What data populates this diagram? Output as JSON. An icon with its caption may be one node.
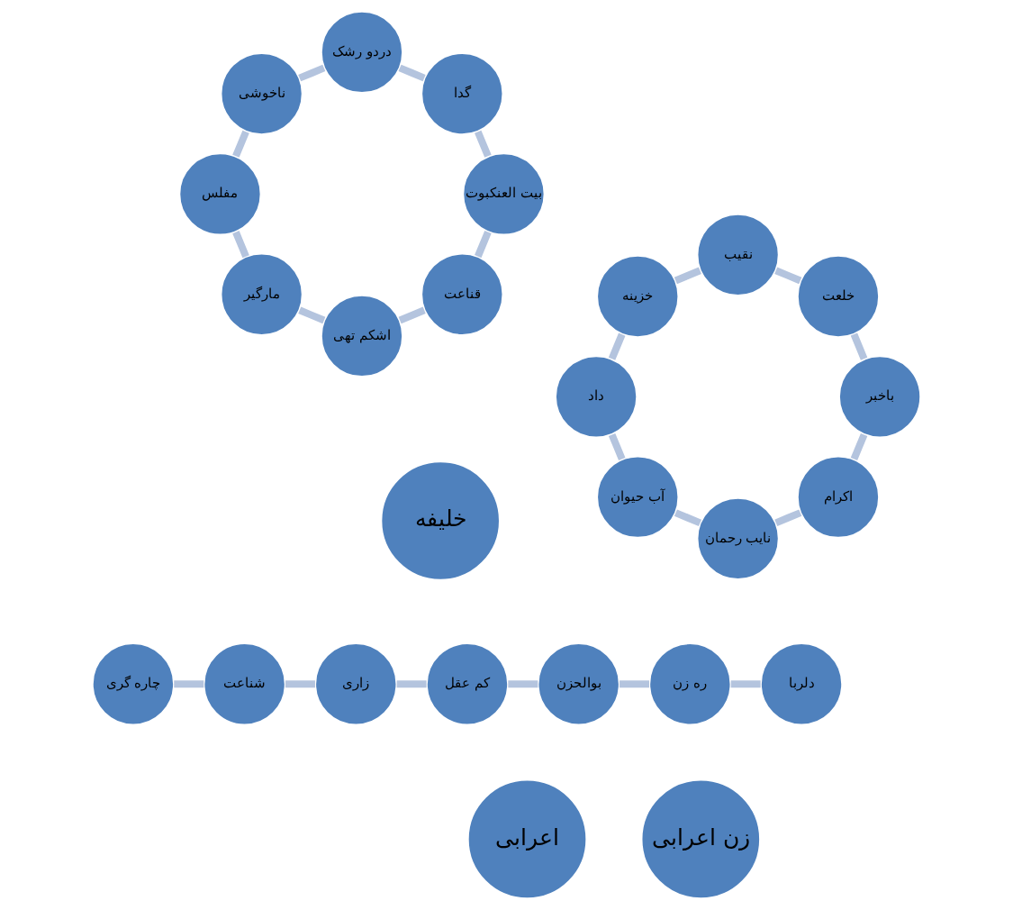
{
  "diagram": {
    "nodes": [
      {
        "text": [
          "خلیفه"
        ]
      },
      {
        "text": [
          "اکرام"
        ]
      },
      {
        "text": [
          "نایب رحمان"
        ]
      },
      {
        "text": [
          "آب حیوان"
        ]
      },
      {
        "text": [
          "داد"
        ]
      },
      {
        "text": [
          "خزینه"
        ]
      },
      {
        "text": [
          "نقیب"
        ]
      },
      {
        "text": [
          "خلعت"
        ]
      },
      {
        "text": [
          "باخبر"
        ]
      },
      {
        "text": [
          "اعرابی"
        ]
      },
      {
        "text": [
          "قناعت"
        ]
      },
      {
        "text": [
          "اشکم تهی"
        ]
      },
      {
        "text": [
          "مارگیر"
        ]
      },
      {
        "text": [
          "مفلس"
        ]
      },
      {
        "text": [
          "ناخوشی"
        ]
      },
      {
        "text": [
          "دردو رشک"
        ]
      },
      {
        "text": [
          "گدا"
        ]
      },
      {
        "text": [
          "بیت العنکبوت"
        ]
      },
      {
        "text": [
          "زن اعرابی"
        ]
      },
      {
        "text": [
          "چاره گری"
        ]
      },
      {
        "text": [
          "شناعت"
        ]
      },
      {
        "text": [
          "زاری"
        ]
      },
      {
        "text": [
          "کم عقل"
        ]
      },
      {
        "text": [
          "بوالحزن"
        ]
      },
      {
        "text": [
          "ره زن"
        ]
      },
      {
        "text": [
          "دلربا"
        ]
      }
    ],
    "edges": [
      {
        "from": 1,
        "to": 2,
        "arrow": "none"
      },
      {
        "from": 2,
        "to": 3,
        "arrow": "none"
      },
      {
        "from": 3,
        "to": 4,
        "arrow": "none"
      },
      {
        "from": 4,
        "to": 5,
        "arrow": "none"
      },
      {
        "from": 5,
        "to": 6,
        "arrow": "none"
      },
      {
        "from": 6,
        "to": 7,
        "arrow": "none"
      },
      {
        "from": 7,
        "to": 8,
        "arrow": "none"
      },
      {
        "from": 8,
        "to": 1,
        "arrow": "none"
      },
      {
        "from": 10,
        "to": 11,
        "arrow": "none"
      },
      {
        "from": 11,
        "to": 12,
        "arrow": "none"
      },
      {
        "from": 12,
        "to": 13,
        "arrow": "none"
      },
      {
        "from": 13,
        "to": 14,
        "arrow": "none"
      },
      {
        "from": 14,
        "to": 15,
        "arrow": "none"
      },
      {
        "from": 15,
        "to": 16,
        "arrow": "none"
      },
      {
        "from": 16,
        "to": 17,
        "arrow": "none"
      },
      {
        "from": 17,
        "to": 10,
        "arrow": "none"
      },
      {
        "from": 19,
        "to": 20,
        "arrow": "none"
      },
      {
        "from": 20,
        "to": 21,
        "arrow": "none"
      },
      {
        "from": 21,
        "to": 22,
        "arrow": "none"
      },
      {
        "from": 22,
        "to": 23,
        "arrow": "none"
      },
      {
        "from": 23,
        "to": 24,
        "arrow": "none"
      },
      {
        "from": 24,
        "to": 25,
        "arrow": "none"
      }
    ]
  }
}
